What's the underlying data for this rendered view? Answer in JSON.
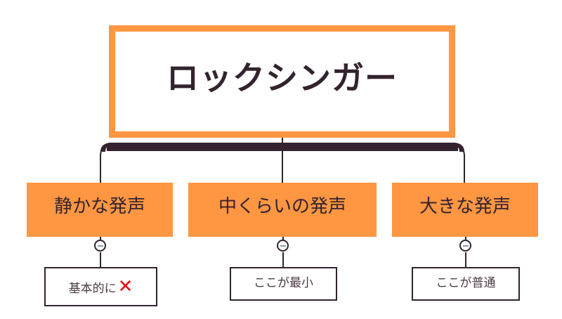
{
  "root": {
    "title": "ロックシンガー",
    "border_color": "#FF9642",
    "text_color": "#33232F"
  },
  "branches": [
    {
      "label": "静かな発声",
      "collapse_toggle": "minus-circle-icon",
      "children": [
        {
          "label": "基本的に",
          "icon": "red-cross-icon",
          "icon_glyph": "✕",
          "icon_color": "#E8000D"
        }
      ]
    },
    {
      "label": "中くらいの発声",
      "collapse_toggle": "minus-circle-icon",
      "children": [
        {
          "label": "ここが最小"
        }
      ]
    },
    {
      "label": "大きな発声",
      "collapse_toggle": "minus-circle-icon",
      "children": [
        {
          "label": "ここが普通"
        }
      ]
    }
  ],
  "colors": {
    "branch_fill": "#FF9642",
    "connector": "#33232F",
    "leaf_border": "#33232F"
  }
}
